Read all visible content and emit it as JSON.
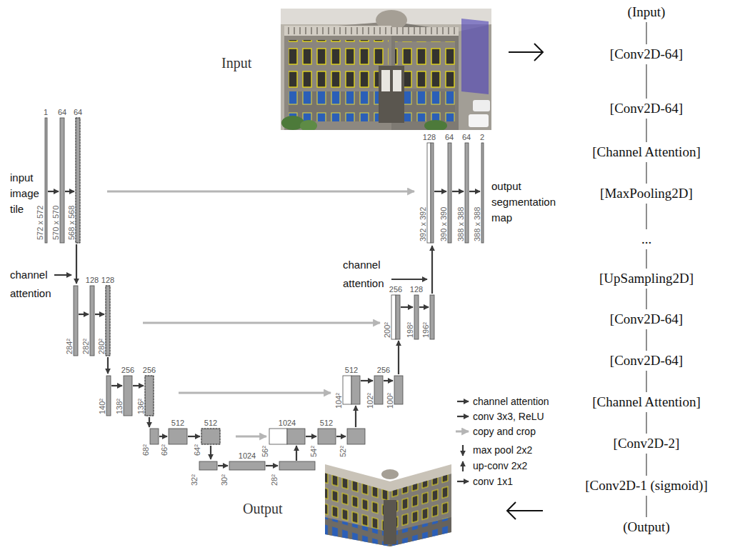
{
  "diagram": {
    "nodes": [
      {
        "text": [
          "(Input)"
        ]
      },
      {
        "text": [
          "[Conv2D-64]"
        ]
      },
      {
        "text": [
          "[Conv2D-64]"
        ]
      },
      {
        "text": [
          "[Channel Attention]"
        ]
      },
      {
        "text": [
          "[MaxPooling2D]"
        ]
      },
      {
        "text": [
          "..."
        ]
      },
      {
        "text": [
          "[UpSampling2D]"
        ]
      },
      {
        "text": [
          "[Conv2D-64]"
        ]
      },
      {
        "text": [
          "[Conv2D-64]"
        ]
      },
      {
        "text": [
          "[Channel Attention]"
        ]
      },
      {
        "text": [
          "[Conv2D-2]"
        ]
      },
      {
        "text": [
          "[Conv2D-1 (sigmoid)]"
        ]
      },
      {
        "text": [
          "(Output)"
        ]
      }
    ],
    "edges": [
      {
        "from": 0,
        "to": 1,
        "arrow": "none"
      },
      {
        "from": 1,
        "to": 2,
        "arrow": "none"
      },
      {
        "from": 2,
        "to": 3,
        "arrow": "none"
      },
      {
        "from": 3,
        "to": 4,
        "arrow": "none"
      },
      {
        "from": 4,
        "to": 5,
        "arrow": "none"
      },
      {
        "from": 5,
        "to": 6,
        "arrow": "none"
      },
      {
        "from": 6,
        "to": 7,
        "arrow": "none"
      },
      {
        "from": 7,
        "to": 8,
        "arrow": "none"
      },
      {
        "from": 8,
        "to": 9,
        "arrow": "none"
      },
      {
        "from": 9,
        "to": 10,
        "arrow": "none"
      },
      {
        "from": 10,
        "to": 11,
        "arrow": "none"
      },
      {
        "from": 11,
        "to": 12,
        "arrow": "none"
      }
    ],
    "labels": [
      "Input",
      "input image tile",
      "channel attention",
      "1",
      "64",
      "64",
      "572 x 572",
      "570 x 570",
      "568 x 568",
      "128",
      "128",
      "284²",
      "282²",
      "280²",
      "256",
      "256",
      "140²",
      "138²",
      "136²",
      "512",
      "512",
      "68²",
      "66²",
      "64²",
      "1024",
      "32²",
      "30²",
      "28²",
      "1024",
      "512",
      "56²",
      "54²",
      "52²",
      "512",
      "256",
      "104²",
      "102²",
      "100²",
      "256",
      "128",
      "200²",
      "198²",
      "196²",
      "channel attention",
      "128",
      "64",
      "64",
      "2",
      "392 x 392",
      "390 x 390",
      "388 x 388",
      "388 x 388",
      "output segmentation map",
      "Output"
    ],
    "legend": [
      {
        "text": "channel attention"
      },
      {
        "text": "conv 3x3, ReLU"
      },
      {
        "text": "copy and crop"
      },
      {
        "text": "max pool 2x2"
      },
      {
        "text": "up-conv 2x2"
      },
      {
        "text": "conv 1x1"
      }
    ]
  }
}
